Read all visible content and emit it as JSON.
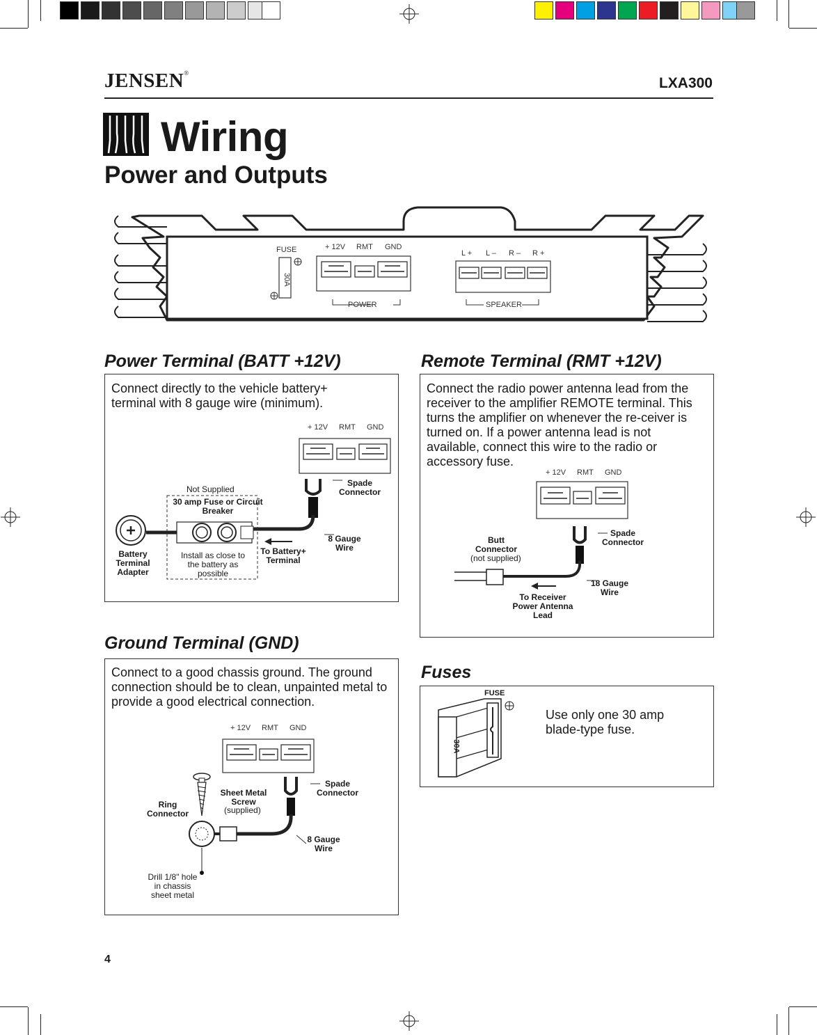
{
  "header": {
    "brand": "JENSEN",
    "registered": "®",
    "model": "LXA300"
  },
  "page_title": "Wiring",
  "page_subtitle": "Power and Outputs",
  "amp_panel": {
    "fuse_label": "FUSE",
    "fuse_rating": "30A",
    "power_terminals": [
      "+ 12V",
      "RMT",
      "GND"
    ],
    "power_group": "POWER",
    "speaker_terminals": [
      "L +",
      "L –",
      "R –",
      "R +"
    ],
    "speaker_group": "SPEAKER"
  },
  "power_section": {
    "heading": "Power Terminal (BATT +12V)",
    "text": "Connect directly to the vehicle battery+ terminal with 8 gauge wire (minimum).",
    "terminals": [
      "+ 12V",
      "RMT",
      "GND"
    ],
    "spade": "Spade Connector",
    "not_supplied": "Not Supplied",
    "fuse_breaker": "30 amp Fuse or Circuit Breaker",
    "battery_adapter": "Battery Terminal Adapter",
    "install_note": "Install as close to the battery as possible",
    "to_battery": "To Battery+ Terminal",
    "gauge": "8 Gauge Wire"
  },
  "remote_section": {
    "heading": "Remote Terminal (RMT +12V)",
    "text": "Connect the radio power antenna lead from the receiver to the amplifier REMOTE terminal. This turns the amplifier on whenever the re-ceiver is turned on. If a power antenna lead is not available, connect this wire to the radio or accessory fuse.",
    "terminals": [
      "+ 12V",
      "RMT",
      "GND"
    ],
    "spade": "Spade Connector",
    "butt": "Butt Connector",
    "not_supplied": "(not supplied)",
    "gauge": "18 Gauge Wire",
    "to_receiver": "To Receiver Power Antenna Lead"
  },
  "ground_section": {
    "heading": "Ground Terminal (GND)",
    "text": "Connect to a good chassis ground. The ground connection should be to clean, unpainted metal to provide a good electrical connection.",
    "terminals": [
      "+ 12V",
      "RMT",
      "GND"
    ],
    "spade": "Spade Connector",
    "ring": "Ring Connector",
    "screw": "Sheet Metal Screw",
    "supplied": "(supplied)",
    "gauge": "8 Gauge Wire",
    "drill": "Drill 1/8\" hole in chassis sheet metal"
  },
  "fuses_section": {
    "heading": "Fuses",
    "fuse_label": "FUSE",
    "fuse_rating": "30A",
    "text": "Use only one 30 amp blade-type fuse."
  },
  "page_number": "4"
}
